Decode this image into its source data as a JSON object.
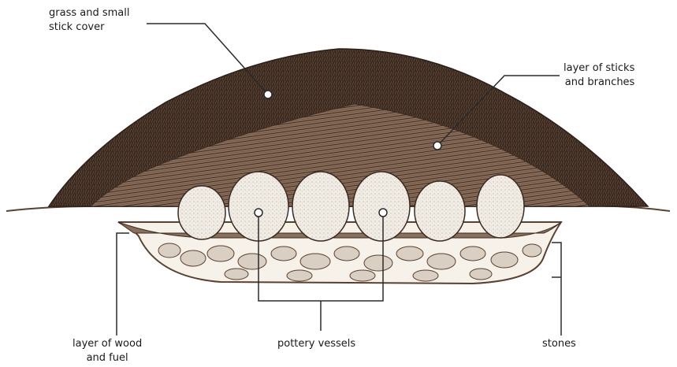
{
  "labels": {
    "grass": {
      "line1": "grass and small",
      "line2": "stick cover"
    },
    "sticks": {
      "line1": "layer of sticks",
      "line2": "and branches"
    },
    "wood": {
      "line1": "layer of wood",
      "line2": "and fuel"
    },
    "pottery": {
      "line1": "pottery vessels"
    },
    "stones": {
      "line1": "stones"
    }
  },
  "colors": {
    "grass": "#3b2a1f",
    "grass_light": "#6e5646",
    "sticks": "#8a6f5c",
    "stick_line": "#3f2c20",
    "pot_fill": "#f1ede4",
    "stone_fill": "#d9cfc2",
    "soil": "#5a4130",
    "leader": "#2a2a2a"
  }
}
